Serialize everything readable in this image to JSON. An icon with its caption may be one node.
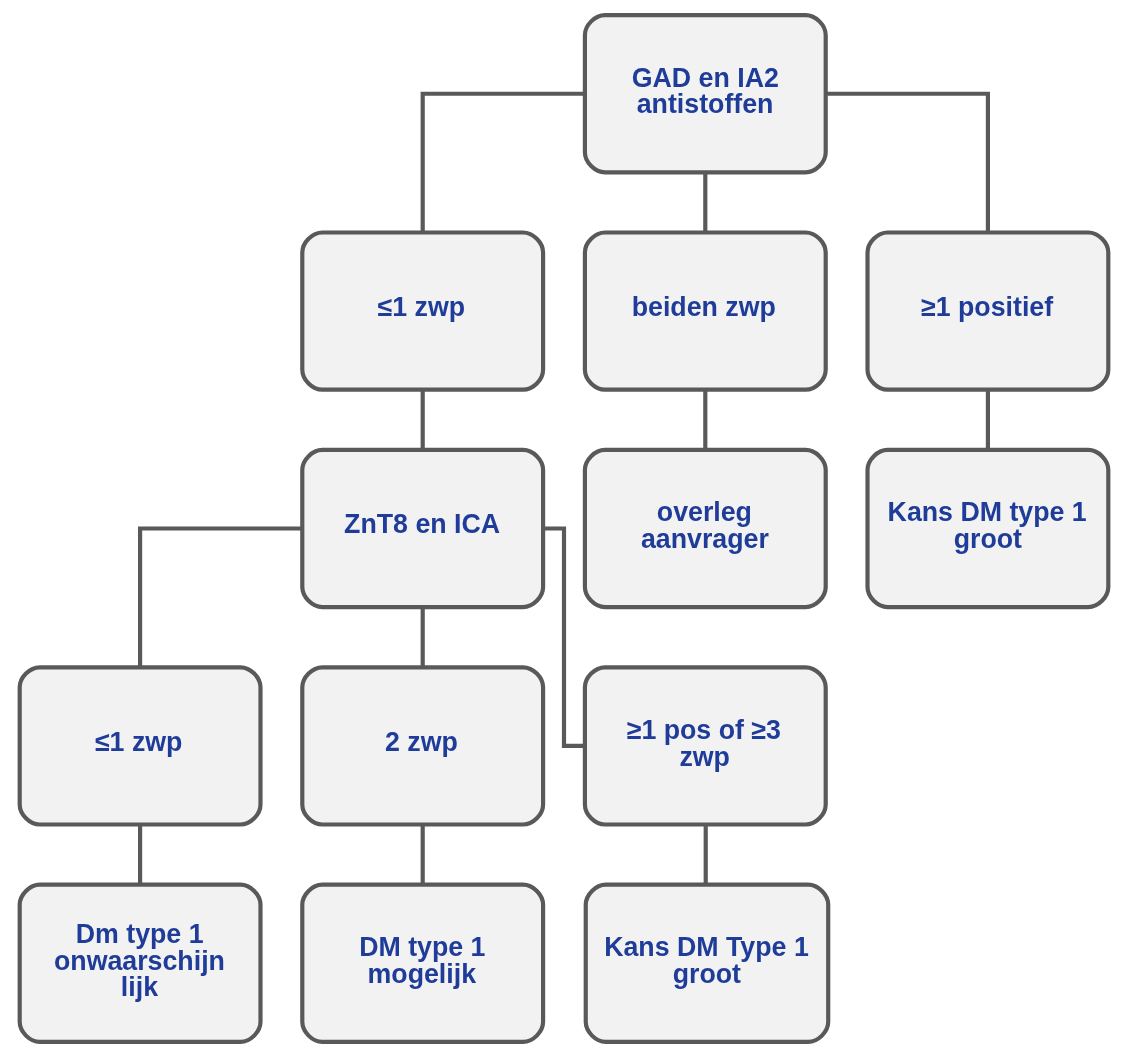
{
  "diagram": {
    "nodes": [
      {
        "text": [
          "GAD en IA2 antistoffen"
        ]
      },
      {
        "text": [
          "≤1 zwp"
        ]
      },
      {
        "text": [
          "beiden zwp"
        ]
      },
      {
        "text": [
          "≥1 positief"
        ]
      },
      {
        "text": [
          "ZnT8 en ICA"
        ]
      },
      {
        "text": [
          "overleg aanvrager"
        ]
      },
      {
        "text": [
          "Kans DM type 1 groot"
        ]
      },
      {
        "text": [
          "≤1 zwp"
        ]
      },
      {
        "text": [
          "2 zwp"
        ]
      },
      {
        "text": [
          "≥1 pos of ≥3 zwp"
        ]
      },
      {
        "text": [
          "Dm type 1 onwaarschijn lijk"
        ]
      },
      {
        "text": [
          "DM type 1 mogelijk"
        ]
      },
      {
        "text": [
          "Kans DM Type 1 groot"
        ]
      }
    ],
    "edges": [
      {
        "from": 0,
        "to": 1,
        "arrow": "none"
      },
      {
        "from": 0,
        "to": 2,
        "arrow": "none"
      },
      {
        "from": 0,
        "to": 3,
        "arrow": "none"
      },
      {
        "from": 1,
        "to": 4,
        "arrow": "none"
      },
      {
        "from": 2,
        "to": 5,
        "arrow": "none"
      },
      {
        "from": 3,
        "to": 6,
        "arrow": "none"
      },
      {
        "from": 4,
        "to": 7,
        "arrow": "none"
      },
      {
        "from": 4,
        "to": 8,
        "arrow": "none"
      },
      {
        "from": 4,
        "to": 9,
        "arrow": "none"
      },
      {
        "from": 7,
        "to": 10,
        "arrow": "none"
      },
      {
        "from": 8,
        "to": 11,
        "arrow": "none"
      },
      {
        "from": 9,
        "to": 12,
        "arrow": "none"
      }
    ]
  }
}
